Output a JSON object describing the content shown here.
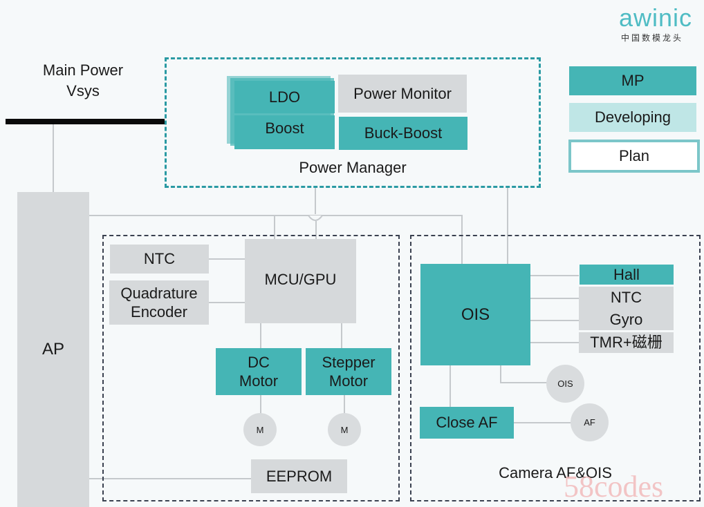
{
  "logo": {
    "brand": "awinic",
    "tagline": "中国数模龙头"
  },
  "main_power": {
    "line1": "Main Power",
    "line2": "Vsys"
  },
  "legend": {
    "items": [
      {
        "label": "MP",
        "color": "#45b5b5"
      },
      {
        "label": "Developing",
        "color": "#bfe6e6"
      },
      {
        "label": "Plan",
        "color": "#ffffff"
      }
    ]
  },
  "power_manager": {
    "title": "Power Manager",
    "blocks": {
      "ldo": "LDO",
      "boost": "Boost",
      "power_monitor": "Power Monitor",
      "buck_boost": "Buck-Boost"
    }
  },
  "ap": {
    "label": "AP"
  },
  "motor_group": {
    "ntc": "NTC",
    "encoder_line1": "Quadrature",
    "encoder_line2": "Encoder",
    "mcu": "MCU/GPU",
    "dc_motor_line1": "DC",
    "dc_motor_line2": "Motor",
    "stepper_line1": "Stepper",
    "stepper_line2": "Motor",
    "motor_symbol": "M",
    "eeprom": "EEPROM"
  },
  "camera_group": {
    "title": "Camera AF&OIS",
    "ois": "OIS",
    "sensors": [
      "Hall",
      "NTC",
      "Gyro",
      "TMR+磁栅"
    ],
    "ois_actuator": "OIS",
    "close_af": "Close AF",
    "af_actuator": "AF"
  },
  "watermark": "58codes",
  "colors": {
    "mp": "#45b5b5",
    "developing": "#bfe6e6",
    "existing": "#d6d9db",
    "border_teal": "#2a9aa3"
  }
}
